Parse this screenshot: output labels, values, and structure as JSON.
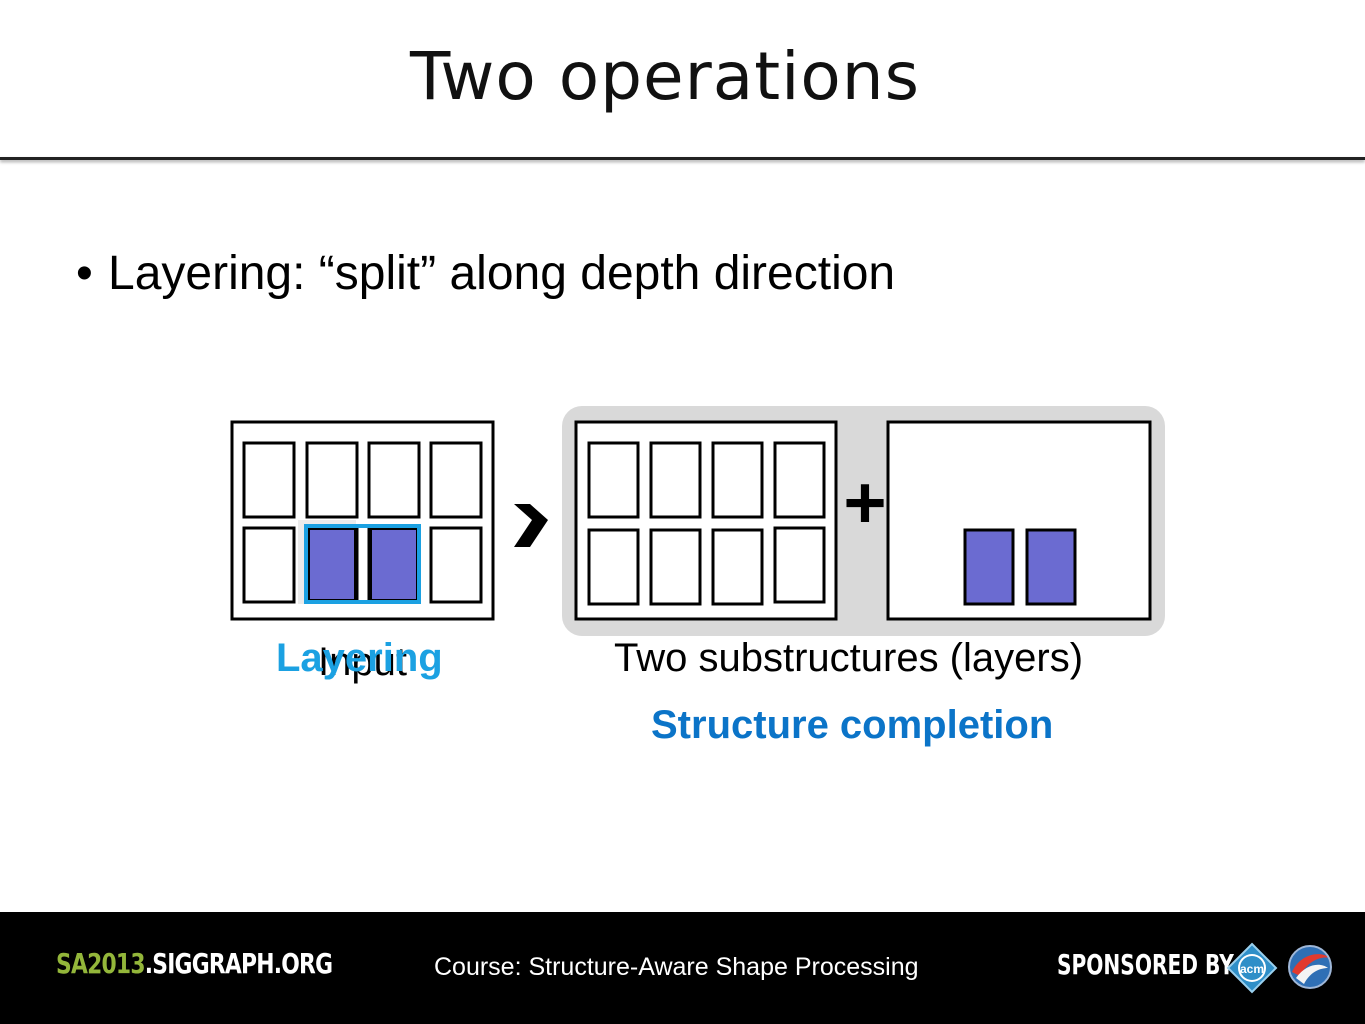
{
  "slide": {
    "title": "Two operations",
    "bullet": "Layering: “split” along depth direction"
  },
  "diagram": {
    "input_label": "Input",
    "layering_label": "Layering",
    "substructures_label": "Two substructures (layers)",
    "completion_label": "Structure completion",
    "plus_sign": "+"
  },
  "footer": {
    "site_prefix": "SA2013",
    "site_suffix": ".SIGGRAPH.ORG",
    "course": "Course: Structure-Aware Shape Processing",
    "sponsored_by": "SPONSORED BY",
    "acm_logo_text": "acm"
  },
  "colors": {
    "highlight_blue": "#1ba1e2",
    "completion_blue": "#0b74c8",
    "window_purple": "#6b6bd1",
    "layer_panel_gray": "#d9d9d9",
    "footer_green": "#93b63a"
  },
  "icons": [
    "arrow-right-icon",
    "acm-logo-icon",
    "siggraph-logo-icon"
  ]
}
